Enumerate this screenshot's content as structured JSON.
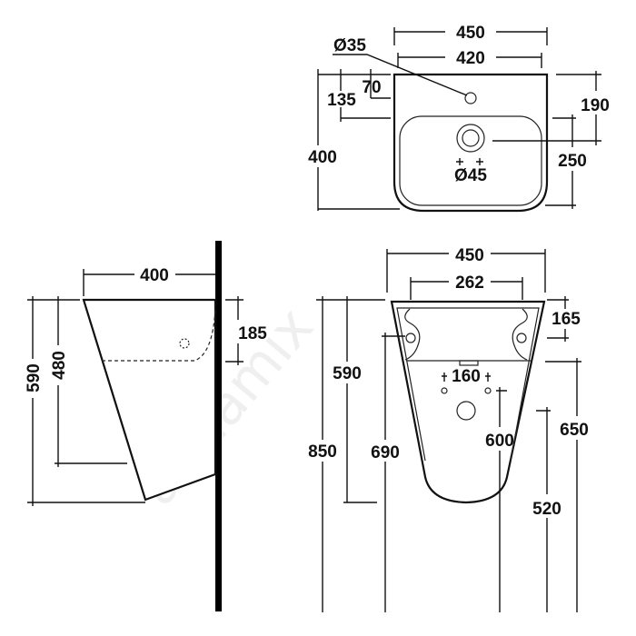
{
  "watermark": "aquamix",
  "top_view": {
    "width_outer": "450",
    "width_inner": "420",
    "tap_hole": "Ø35",
    "tap_offset_70": "70",
    "tap_offset_135": "135",
    "depth": "400",
    "drain_190": "190",
    "bowl_250": "250",
    "drain": "Ø45"
  },
  "side_view": {
    "projection": "400",
    "height_590": "590",
    "height_480": "480",
    "inlet_185": "185"
  },
  "front_view": {
    "width_450": "450",
    "width_262": "262",
    "fix_165": "165",
    "fix_160": "160",
    "h_850": "850",
    "h_590": "590",
    "h_690": "690",
    "h_600": "600",
    "h_650": "650",
    "h_520": "520"
  }
}
